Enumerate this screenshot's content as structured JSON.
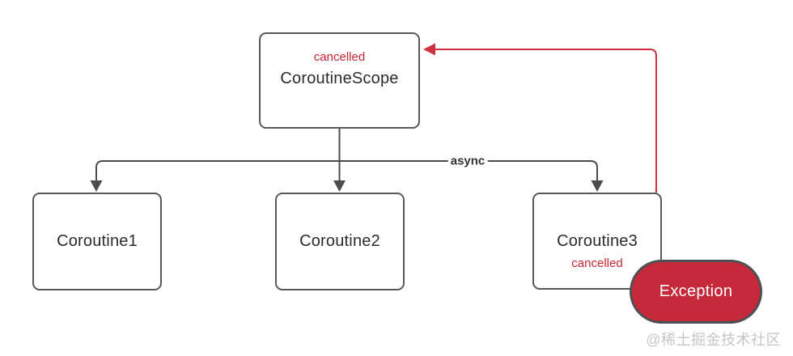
{
  "diagram": {
    "scope": {
      "status": "cancelled",
      "label": "CoroutineScope"
    },
    "coroutines": [
      {
        "label": "Coroutine1"
      },
      {
        "label": "Coroutine2"
      },
      {
        "label": "Coroutine3",
        "status": "cancelled"
      }
    ],
    "async_label": "async",
    "exception": {
      "label": "Exception"
    },
    "watermark": "@稀土掘金技术社区"
  },
  "colors": {
    "node_border": "#57585a",
    "connector_gray": "#4b4c4e",
    "cancel_arrow_red": "#cd3140",
    "status_text_red": "#c42634",
    "exception_fill": "#c5293a",
    "node_text": "#2c2c2e",
    "watermark_gray": "#c6c6c6",
    "background": "#ffffff"
  }
}
